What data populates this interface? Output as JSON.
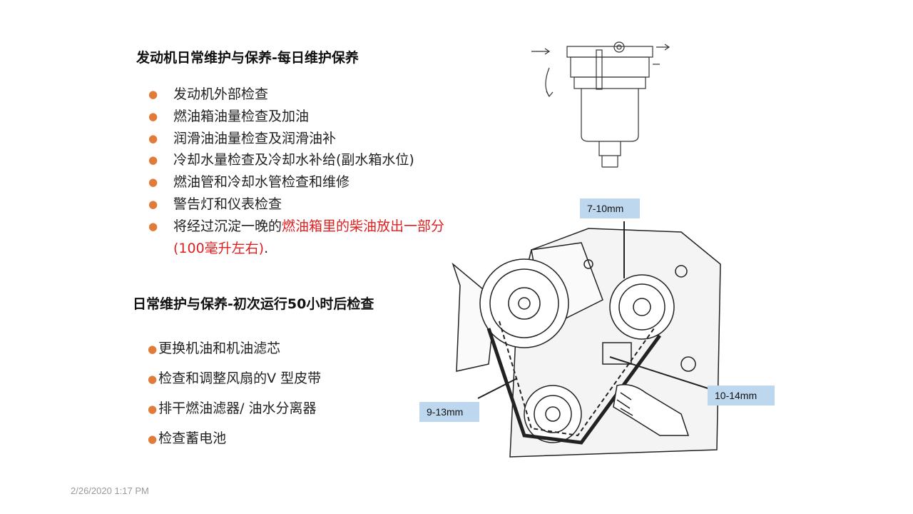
{
  "section1": {
    "title": "发动机日常维护与保养-每日维护保养",
    "items": [
      "发动机外部检查",
      "燃油箱油量检查及加油",
      "润滑油油量检查及润滑油补",
      "冷却水量检查及冷却水补给(副水箱水位)",
      "燃油管和冷却水管检查和维修",
      "警告灯和仪表检查"
    ],
    "last_item_prefix": "将经过沉淀一晚的",
    "last_item_red": "燃油箱里的柴油放出一部分(100毫升左右)",
    "last_item_suffix": "."
  },
  "section2": {
    "title": "日常维护与保养-初次运行50小时后检查",
    "items": [
      "更换机油和机油滤芯",
      "检查和调整风扇的V  型皮带",
      "排干燃油滤器/ 油水分离器",
      "检查蓄电池"
    ]
  },
  "labels": {
    "top": "7-10mm",
    "right": "10-14mm",
    "left": "9-13mm"
  },
  "bullet_glyph": "●",
  "footer_date": "2/26/2020  1:17 PM",
  "colors": {
    "bullet": "#e07b39",
    "highlight": "#e02020",
    "label_bg": "#bdd7ee"
  }
}
